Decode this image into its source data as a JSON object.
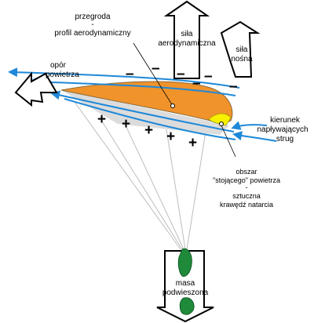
{
  "labels": {
    "partition_title": "przegroda",
    "partition_dash": "-",
    "partition_sub": "profil aerodynamiczny",
    "force_aero_1": "siła",
    "force_aero_2": "aerodynamiczna",
    "force_lift_1": "siła",
    "force_lift_2": "nośna",
    "drag_1": "opór",
    "drag_2": "powietrza",
    "flow_1": "kierunek",
    "flow_2": "napływających",
    "flow_3": "strug",
    "stagnation_1": "obszar",
    "stagnation_2": "\"stojącego\" powietrza",
    "stagnation_dash": "-",
    "stagnation_3": "sztuczna",
    "stagnation_4": "krawędź natarcia",
    "mass_1": "masa",
    "mass_2": "podwieszona"
  },
  "signs": {
    "minus": "–",
    "plus": "+"
  },
  "colors": {
    "airfoil": "#f0932b",
    "stagnation": "#f7f000",
    "flow_lines": "#1e88d8",
    "mass": "#1f8a3a",
    "pressure_zone": "#dcdcdc"
  }
}
